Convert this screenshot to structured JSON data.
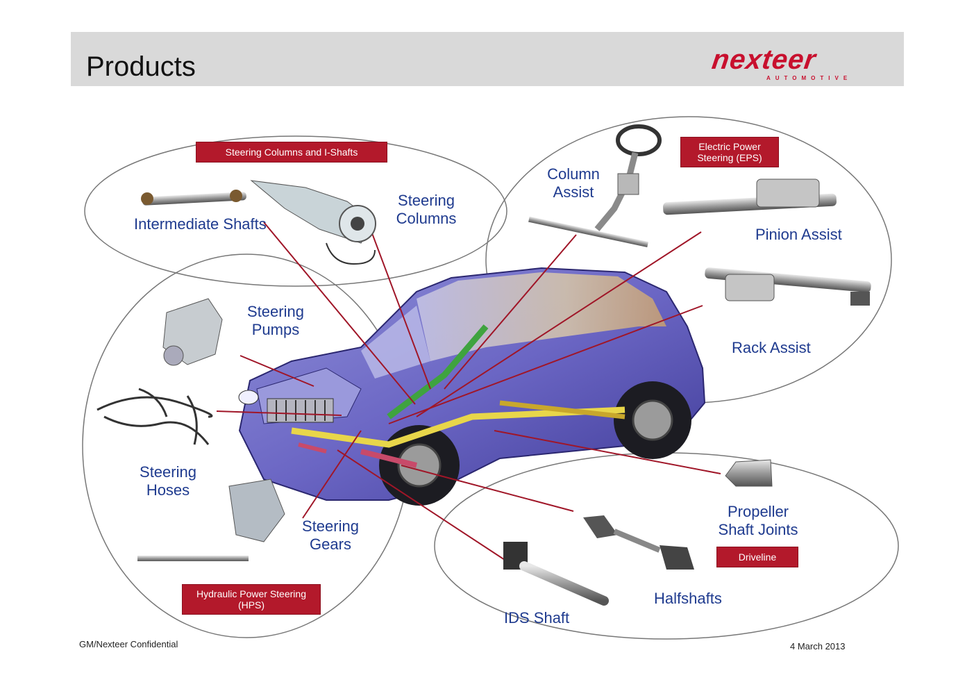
{
  "header": {
    "title": "Products"
  },
  "logo": {
    "name": "nexteer",
    "tagline": "AUTOMOTIVE"
  },
  "groups": {
    "columns": "Steering Columns and I-Shafts",
    "eps": "Electric Power Steering (EPS)",
    "hps": "Hydraulic Power Steering (HPS)",
    "driveline": "Driveline"
  },
  "labels": {
    "intermediate_shafts": "Intermediate Shafts",
    "steering_columns": "Steering Columns",
    "column_assist": "Column Assist",
    "pinion_assist": "Pinion Assist",
    "rack_assist": "Rack Assist",
    "steering_pumps": "Steering Pumps",
    "steering_hoses": "Steering Hoses",
    "steering_gears": "Steering Gears",
    "propeller_shaft_joints": "Propeller Shaft Joints",
    "halfshafts": "Halfshafts",
    "ids_shaft": "IDS Shaft"
  },
  "footer": {
    "left": "GM/Nexteer Confidential",
    "right": "4 March 2013"
  },
  "colors": {
    "brand_red": "#c8102e",
    "tag_red": "#b3192b",
    "label_blue": "#1f3b8f",
    "leader_red": "#a01628"
  },
  "icons": [
    "intermediate-shaft-image",
    "steering-column-image",
    "steering-wheel-image",
    "rack-image",
    "pump-image",
    "hoses-image",
    "gear-image",
    "propshaft-joint-image",
    "halfshaft-image",
    "ids-shaft-image",
    "car-cutaway-image"
  ]
}
